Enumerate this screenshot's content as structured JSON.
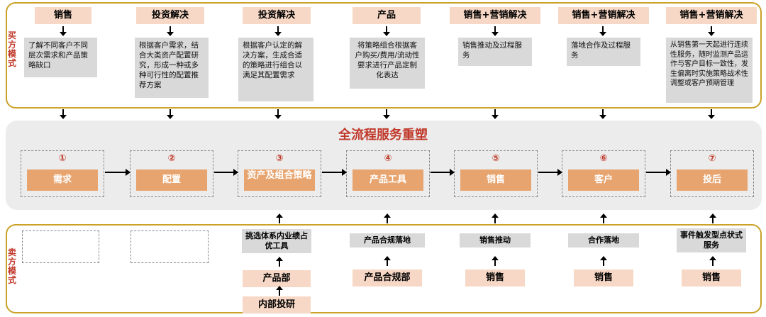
{
  "buyer_label": "买方模式",
  "seller_label": "卖方模式",
  "title": "全流程服务重塑",
  "buyer_columns": [
    {
      "header": "销售",
      "desc": "了解不同客户不同层次需求和产品策略缺口"
    },
    {
      "header": "投资解决",
      "desc": "根据客户需求，结合大类资产配置研究，形成一种或多种可行性的配置推荐方案"
    },
    {
      "header": "投资解决",
      "desc": "根据客户认定的解决方案，生成合适的策略进行组合以满足其配置需求"
    },
    {
      "header": "产品",
      "desc": "将策略组合根据客户购买/费用/流动性要求进行产品定制化表达"
    },
    {
      "header": "销售+营销解决",
      "desc": "销售推动及过程服务"
    },
    {
      "header": "销售+营销解决",
      "desc": "落地合作及过程服务"
    },
    {
      "header": "销售+营销解决",
      "desc": "从销售第一天起进行连续性服务，随时监测产品运作与客户目标一致性，发生偏离时实施策略战术性调整或客户预期管理"
    }
  ],
  "steps": [
    {
      "num": "①",
      "label": "需求"
    },
    {
      "num": "②",
      "label": "配置"
    },
    {
      "num": "③",
      "label": "资产及组合策略"
    },
    {
      "num": "④",
      "label": "产品工具"
    },
    {
      "num": "⑤",
      "label": "销售"
    },
    {
      "num": "⑥",
      "label": "客户"
    },
    {
      "num": "⑦",
      "label": "投后"
    }
  ],
  "seller": {
    "col3_tag": "挑选体系内业绩占优工具",
    "col3_dept": "产品部",
    "col3_dept2": "内部投研",
    "col4_tag": "产品合规落地",
    "col4_dept": "产品合规部",
    "col5_tag": "销售推动",
    "col5_dept": "销售",
    "col6_tag": "合作落地",
    "col6_dept": "销售",
    "col7_tag": "事件触发型点状式服务",
    "col7_dept": "销售"
  },
  "colors": {
    "accent_red": "#c0392b",
    "frame_gold": "#c9a227",
    "header_peach": "#f7d8c6",
    "step_orange": "#e7a46f",
    "desc_gray": "#d9d9d9"
  }
}
